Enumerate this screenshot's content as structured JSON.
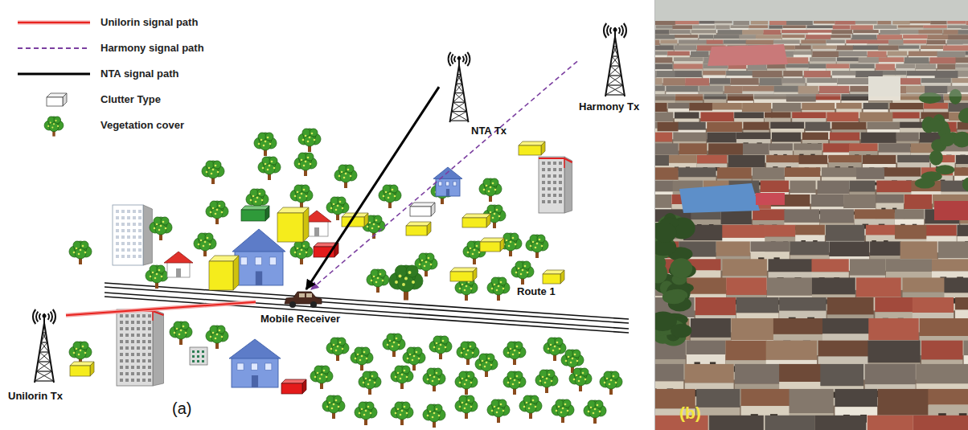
{
  "diagram": {
    "nodes": [
      {
        "text": [
          "Harmony Tx"
        ]
      },
      {
        "text": [
          "NTA Tx"
        ]
      },
      {
        "text": [
          "Mobile Receiver"
        ]
      },
      {
        "text": [
          "Unilorin Tx"
        ]
      }
    ],
    "edges": [
      {
        "from": 3,
        "to": 2,
        "arrow": "none"
      },
      {
        "from": 0,
        "to": 2,
        "arrow": "to"
      },
      {
        "from": 1,
        "to": 2,
        "arrow": "to"
      }
    ],
    "labels": [
      "Route 1",
      "(a)",
      "(b)"
    ],
    "legend": [
      {
        "text": "Unilorin signal path"
      },
      {
        "text": "Harmony signal path"
      },
      {
        "text": "NTA signal path"
      },
      {
        "text": "Clutter Type"
      },
      {
        "text": "Vegetation cover"
      }
    ]
  }
}
